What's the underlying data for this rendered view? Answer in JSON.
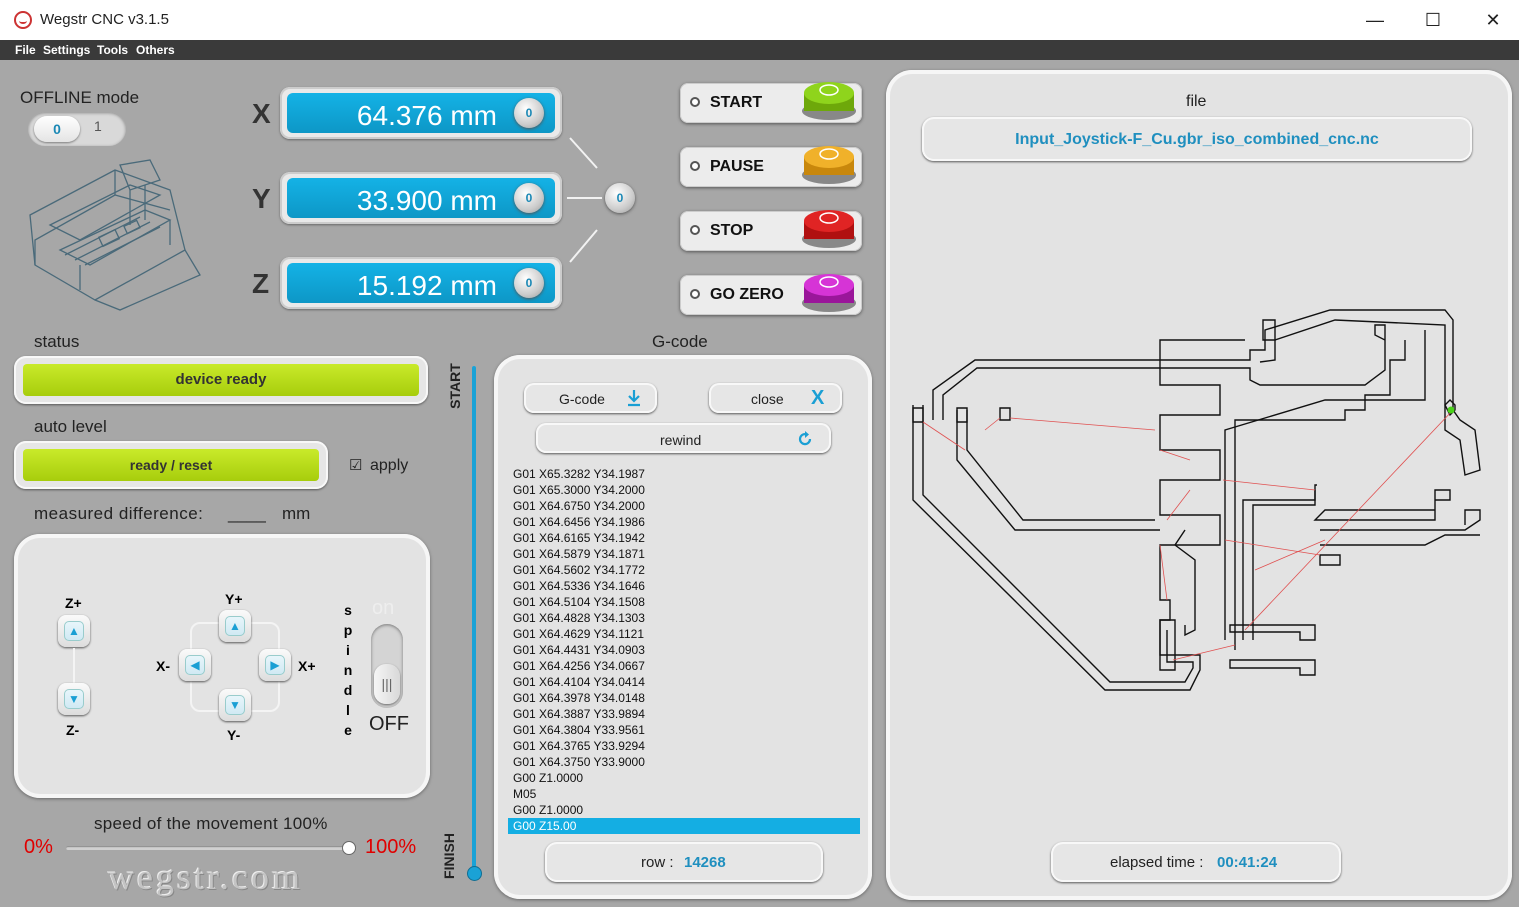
{
  "window": {
    "title": "Wegstr CNC  v3.1.5",
    "minimize": "—",
    "maximize": "☐",
    "close": "✕"
  },
  "menu": [
    "File",
    "Settings",
    "Tools",
    "Others"
  ],
  "mode": {
    "label": "OFFLINE mode",
    "toggle_off": "0",
    "toggle_on": "1"
  },
  "coords": [
    {
      "axis": "X",
      "value": "64.376 mm",
      "knob": "0"
    },
    {
      "axis": "Y",
      "value": "33.900 mm",
      "knob": "0"
    },
    {
      "axis": "Z",
      "value": "15.192 mm",
      "knob": "0"
    }
  ],
  "all_zero_knob": "0",
  "controls": {
    "start": "START",
    "pause": "PAUSE",
    "stop": "STOP",
    "go_zero": "GO ZERO"
  },
  "status": {
    "label": "status",
    "value": "device ready"
  },
  "auto_level": {
    "label": "auto level",
    "button": "ready / reset",
    "apply_check": "☑",
    "apply": "apply"
  },
  "measured": {
    "label": "measured difference:",
    "value": "____",
    "unit": "mm"
  },
  "jog": {
    "z_plus": "Z+",
    "z_minus": "Z-",
    "y_plus": "Y+",
    "y_minus": "Y-",
    "x_minus": "X-",
    "x_plus": "X+",
    "spindle_letters": [
      "s",
      "p",
      "i",
      "n",
      "d",
      "l",
      "e"
    ],
    "spindle_on": "on",
    "spindle_off": "OFF"
  },
  "speed": {
    "label": "speed of the movement 100%",
    "min": "0%",
    "max": "100%",
    "value": 1.0
  },
  "brand": "wegstr.com",
  "progress": {
    "start": "START",
    "finish": "FINISH",
    "value": 1.0
  },
  "gcode": {
    "title": "G-code",
    "btn_gcode": "G-code",
    "btn_close": "close",
    "btn_close_icon": "X",
    "btn_rewind": "rewind",
    "lines": [
      "G01 X65.3282 Y34.1987",
      "G01 X65.3000 Y34.2000",
      "G01 X64.6750 Y34.2000",
      "G01 X64.6456 Y34.1986",
      "G01 X64.6165 Y34.1942",
      "G01 X64.5879 Y34.1871",
      "G01 X64.5602 Y34.1772",
      "G01 X64.5336 Y34.1646",
      "G01 X64.5104 Y34.1508",
      "G01 X64.4828 Y34.1303",
      "G01 X64.4629 Y34.1121",
      "G01 X64.4431 Y34.0903",
      "G01 X64.4256 Y34.0667",
      "G01 X64.4104 Y34.0414",
      "G01 X64.3978 Y34.0148",
      "G01 X64.3887 Y33.9894",
      "G01 X64.3804 Y33.9561",
      "G01 X64.3765 Y33.9294",
      "G01 X64.3750 Y33.9000",
      "G00 Z1.0000",
      "M05",
      "G00 Z1.0000",
      "G00 Z15.00"
    ],
    "selected_index": 22,
    "row_label": "row :",
    "row_value": "14268"
  },
  "file": {
    "label": "file",
    "name": "Input_Joystick-F_Cu.gbr_iso_combined_cnc.nc",
    "elapsed_label": "elapsed time :",
    "elapsed_value": "00:41:24"
  },
  "colors": {
    "accent": "#14aee3",
    "green": "#b9de1a",
    "red": "#e00000",
    "panel": "#e3e3e3"
  },
  "icons": {
    "download": "download-icon",
    "rewind": "rewind-icon",
    "close": "close-icon"
  }
}
